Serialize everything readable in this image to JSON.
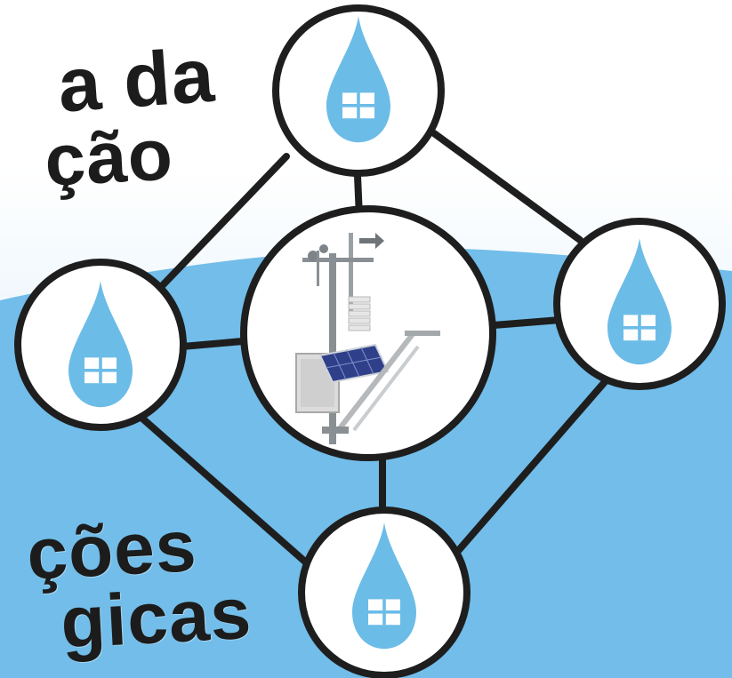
{
  "headline": {
    "line1": "a da",
    "line2": "ção"
  },
  "subtitle": {
    "line1": "ções",
    "line2": "gicas"
  },
  "network": {
    "center": {
      "icon": "weather-station"
    },
    "nodes": [
      {
        "position": "top",
        "icon": "water-drop-house-icon"
      },
      {
        "position": "left",
        "icon": "water-drop-house-icon"
      },
      {
        "position": "right",
        "icon": "water-drop-house-icon"
      },
      {
        "position": "bottom",
        "icon": "water-drop-house-icon"
      }
    ]
  },
  "colors": {
    "sky_top": "#ffffff",
    "sky_bottom": "#c6e3f6",
    "water": "#72bde9",
    "drop": "#6cbce8",
    "line": "#1e1e1e"
  }
}
